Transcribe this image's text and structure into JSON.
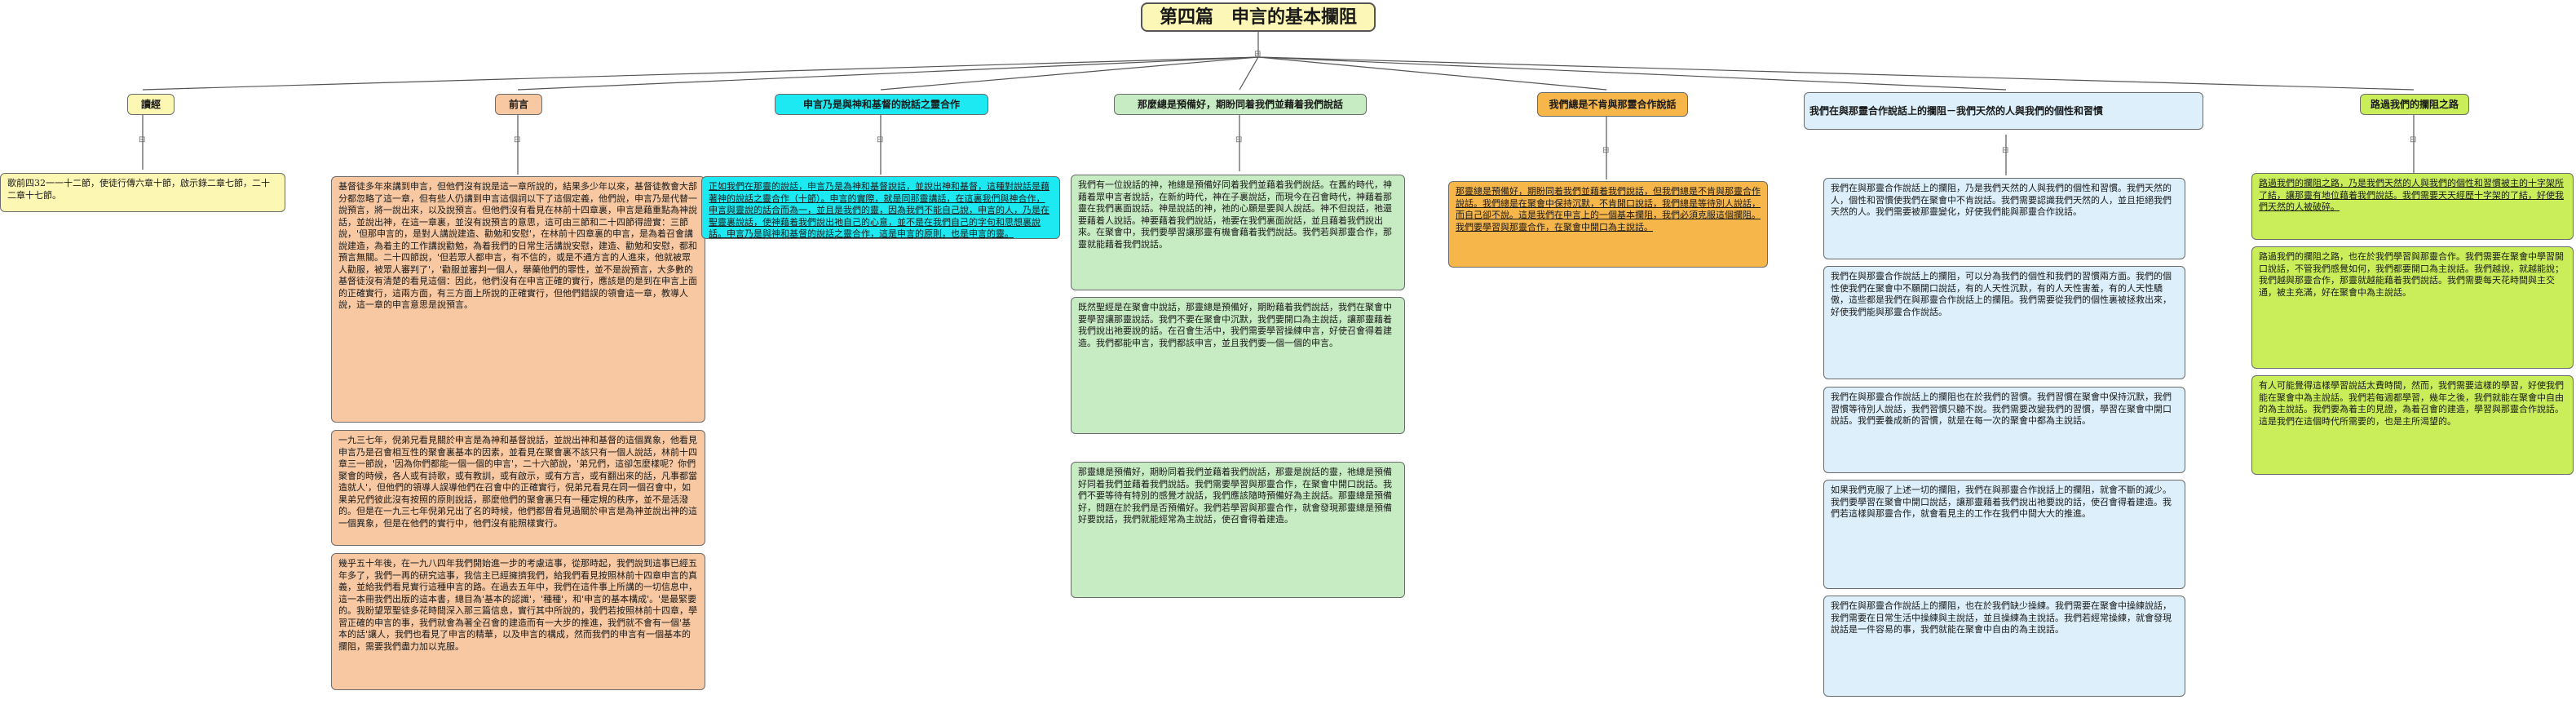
{
  "title": "第四篇　申言的基本攔阻",
  "collapse_glyph": "⊟",
  "topics": {
    "xiangshi": "讀經",
    "qianyan": "前言",
    "shenyan_xi": "申言乃是與神和基督的說話之靈合作",
    "nage_shi": "那麼總是預備好，期盼同着我們並藉着我們說話",
    "womenzong": "我們總是不肯與那靈合作說話",
    "womenzai": "我們在與那靈合作說話上的攔阻－我們天然的人與我們的個性和習慣",
    "luguo": "路過我們的攔阻之路"
  },
  "details": {
    "xiangshi": "歌前四32一一十二節，使徒行傳六章十節，啟示錄二章七節，二十二章十七節。",
    "qianyan_1": "基督徒多年來講到申言，但他們沒有說是這一章所說的，結果多少年以來，基督徒教會大部分都忽略了這一章，但有些人仍講到申言這個詞以下了這個定義，他們說，申言乃是代替一說預言，將一說出來，以及說預言。但他們沒有看見在林前十四章裏，申言是藉重點為神說話，並說出神，在這一章裏，並沒有說預言的意思，這可由三節和二十四節得證實：三節說，'但那申言的，是對人講說建造、勸勉和安慰'，在林前十四章裏的申言，是為着召會講說建造，為着主的工作講說勸勉，為着我們的日常生活講說安慰，建造、勸勉和安慰，都和預言無關。二十四節說，'但若眾人都申言，有不信的，或是不通方言的人進來，他就被眾人勸服，被眾人審判了'，'勸服並審判一個人，舉藥他們的罪性，並不是說預言，大多數的基督徒沒有清楚的看見這個：因此，他們沒有在申言正確的實行，應該是的是到在申言上面的正確實行，這兩方面，有三方面上所說的正確實行，但他們錯誤的領會這一章，教導人說，這一章的申言意思是說預言。",
    "qianyan_2": "一九三七年，倪弟兄看見關於申言是為神和基督說話，並說出神和基督的這個異象，他看見申言乃是召會相互性的聚會裏基本的因素，並看見在聚會裏不該只有一個人說話，林前十四章三一節說，'因為你們都能一個一個的申言'，二十六節說，'弟兄們，這卻怎麼樣呢？你們聚會的時候，各人或有詩歌，或有教訓，或有啟示，或有方言，或有翻出來的話，凡事都當造就人'，但他們的領導人誤導他們在召會中的正確實行，倪弟兄看見在同一個召會中，如果弟兄們彼此沒有按照的原則說話，那麼他們的聚會裏只有一種定規的秩序，並不是活潑的。但是在一九三七年倪弟兄出了名的時候，他們都曾看見過關於申言是為神並說出神的這一個異象，但是在他們的實行中，他們沒有能照樣實行。",
    "qianyan_3": "幾乎五十年後，在一九八四年我們開始進一步的考慮這事，從那時起，我們說到這事已經五年多了，我們一再的研究這事，我信主已經擁擠我們，給我們看見按照林前十四章申言的真義，並給我們看見實行這種申言的路。在過去五年中，我們在這件事上所講的一切信息中，這一本冊我們出版的這本書，總目為'基本的認識'，'種種'，和'申言的基本構成'。'是最緊要的。我盼望眾聖徒多花時間深入那三篇信息，實行其中所說的，我們若按照林前十四章，學習正確的申言的事，我們就會為著全召會的建造而有一大步的推進，我們就不會有一個'基本的話'讓人，我們也看見了申言的精華，以及申言的構成，然而我們的申言有一個基本的攔阻，需要我們盡力加以克服。",
    "shenyan_xi": "正如我們在那靈的說話，申言乃是為神和基督說話，並說出神和基督，這種對說話是藉著神的說話之靈合作（十節）。申言的實際，就是同那靈講話，在這裏我們與神合作，申言與靈說的話合而為一，並且是我們的靈，因為我們不能自己說，申言的人，乃是在聖靈裏說話，使神藉着我們說出祂自己的心意，並不是在我們自己的字句和思想裏說話。申言乃是與神和基督的說話之靈合作，這是申言的原則，也是申言的靈。",
    "nage_1": "我們有一位說話的神，祂總是預備好同着我們並藉着我們說話。在舊約時代，神藉着眾申言者說話，在新約時代，神在子裏說話，而現今在召會時代，神藉着那靈在我們裏面說話。神是說話的神，祂的心願是要與人說話。神不但說話，祂還要藉着人說話。神要藉着我們說話，祂要在我們裏面說話，並且藉着我們說出來。在聚會中，我們要學習讓那靈有機會藉着我們說話。我們若與那靈合作，那靈就能藉着我們說話。",
    "nage_2": "既然聖經是在聚會中說話，那靈總是預備好，期盼藉着我們說話，我們在聚會中要學習讓那靈說話。我們不要在聚會中沉默，我們要開口為主說話，讓那靈藉着我們說出祂要說的話。在召會生活中，我們需要學習操練申言，好使召會得着建造。我們都能申言，我們都該申言，並且我們要一個一個的申言。",
    "nage_3": "那靈總是預備好，期盼同着我們並藉着我們說話，那靈是說話的靈，祂總是預備好同着我們並藉着我們說話。我們需要學習與那靈合作，在聚會中開口說話。我們不要等待有特別的感覺才說話，我們應該隨時預備好為主說話。那靈總是預備好，問題在於我們是否預備好。我們若學習與那靈合作，就會發現那靈總是預備好要說話，我們就能經常為主說話，使召會得着建造。",
    "womenzong": "那靈總是預備好，期盼同着我們並藉着我們說話，但我們總是不肯與那靈合作說話。我們總是在聚會中保持沉默，不肯開口說話，我們總是等待別人說話，而自己卻不說。這是我們在申言上的一個基本攔阻，我們必須克服這個攔阻。我們要學習與那靈合作，在聚會中開口為主說話。",
    "womenzai_1": "我們在與那靈合作說話上的攔阻，乃是我們天然的人與我們的個性和習慣。我們天然的人，個性和習慣使我們在聚會中不肯說話。我們需要認識我們天然的人，並且拒絕我們天然的人。我們需要被那靈變化，好使我們能與那靈合作說話。",
    "womenzai_2": "我們在與那靈合作說話上的攔阻，可以分為我們的個性和我們的習慣兩方面。我們的個性使我們在聚會中不願開口說話，有的人天性沉默，有的人天性害羞，有的人天性驕傲，這些都是我們在與那靈合作說話上的攔阻。我們需要從我們的個性裏被拯救出來，好使我們能與那靈合作說話。",
    "womenzai_3": "我們在與那靈合作說話上的攔阻也在於我們的習慣。我們習慣在聚會中保持沉默，我們習慣等待別人說話，我們習慣只聽不說。我們需要改變我們的習慣，學習在聚會中開口說話。我們要養成新的習慣，就是在每一次的聚會中都為主說話。",
    "womenzai_4": "如果我們克服了上述一切的攔阻，我們在與那靈合作說話上的攔阻，就會不斷的減少。我們要學習在聚會中開口說話，讓那靈藉着我們說出祂要說的話，使召會得着建造。我們若這樣與那靈合作，就會看見主的工作在我們中間大大的推進。",
    "womenzai_5": "我們在與那靈合作說話上的攔阻，也在於我們缺少操練。我們需要在聚會中操練說話，我們需要在日常生活中操練與主說話，並且操練為主說話。我們若經常操練，就會發現說話是一件容易的事，我們就能在聚會中自由的為主說話。",
    "luguo_1": "路過我們的攔阻之路，乃是我們天然的人與我們的個性和習慣被主的十字架所了結，讓那靈有地位藉着我們說話。我們需要天天經歷十字架的了結，好使我們天然的人被破碎。",
    "luguo_2": "路過我們的攔阻之路，也在於我們學習與那靈合作。我們需要在聚會中學習開口說話，不管我們感覺如何，我們都要開口為主說話。我們越說，就越能說；我們越與那靈合作，那靈就越能藉着我們說話。我們需要每天花時間與主交通，被主充滿，好在聚會中為主說話。",
    "luguo_3": "有人可能覺得這樣學習說話太費時間，然而，我們需要這樣的學習，好使我們能在聚會中為主說話。我們若每週都學習，幾年之後，我們就能在聚會中自由的為主說話。我們要為着主的見證，為着召會的建造，學習與那靈合作說話。這是我們在這個時代所需要的，也是主所渴望的。"
  }
}
